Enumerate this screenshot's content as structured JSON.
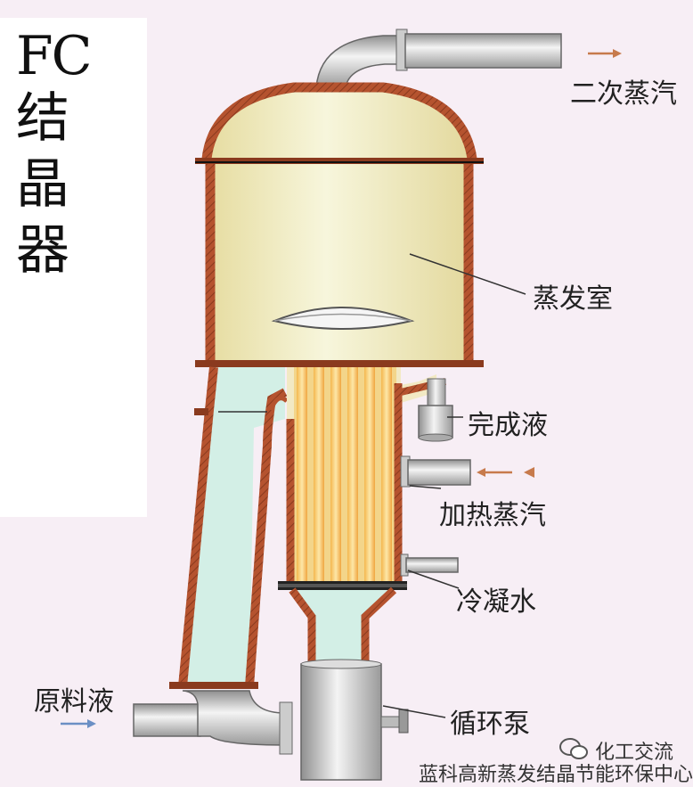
{
  "title": {
    "line1": "FC",
    "chars": [
      "结",
      "晶",
      "器"
    ]
  },
  "labels": {
    "secondary_steam": "二次蒸汽",
    "evaporation_chamber": "蒸发室",
    "finished_liquid": "完成液",
    "heating_steam": "加热蒸汽",
    "condensate": "冷凝水",
    "feed_liquid": "原料液",
    "circulation_pump": "循环泵"
  },
  "watermark": {
    "account": "化工交流",
    "text": "蓝科高新蒸发结晶节能环保中心"
  },
  "colors": {
    "shell": "#b5532f",
    "chamber": "#ece7b8",
    "liquid": "#cfeee4",
    "tube": "#f0a640",
    "pipe": "#c9c9c9",
    "arrow": "#c77a4c"
  }
}
